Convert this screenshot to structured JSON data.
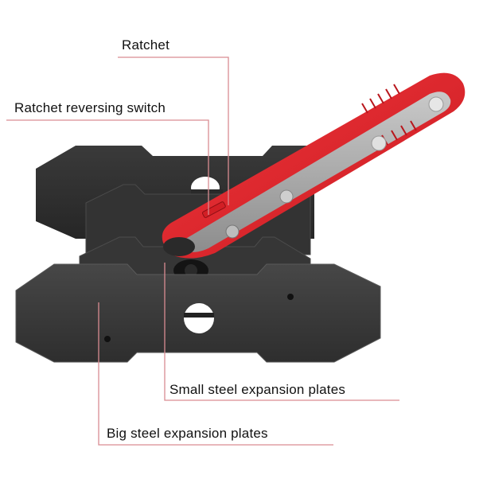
{
  "image": {
    "subject": "Brake caliper piston spreader tool with ratchet handle",
    "background": "#ffffff"
  },
  "colors": {
    "callout_line": "#d98c92",
    "handle_red": "#e0242b",
    "handle_red_dark": "#b0151b",
    "plate_dark": "#3a3a3a",
    "plate_edge": "#555555",
    "steel": "#a8a8a8",
    "label_text": "#111111"
  },
  "callouts": [
    {
      "id": "ratchet",
      "label": "Ratchet"
    },
    {
      "id": "ratchet-reversing-switch",
      "label": "Ratchet reversing switch"
    },
    {
      "id": "small-steel-expansion-plates",
      "label": "Small steel expansion plates"
    },
    {
      "id": "big-steel-expansion-plates",
      "label": "Big steel expansion plates"
    }
  ]
}
